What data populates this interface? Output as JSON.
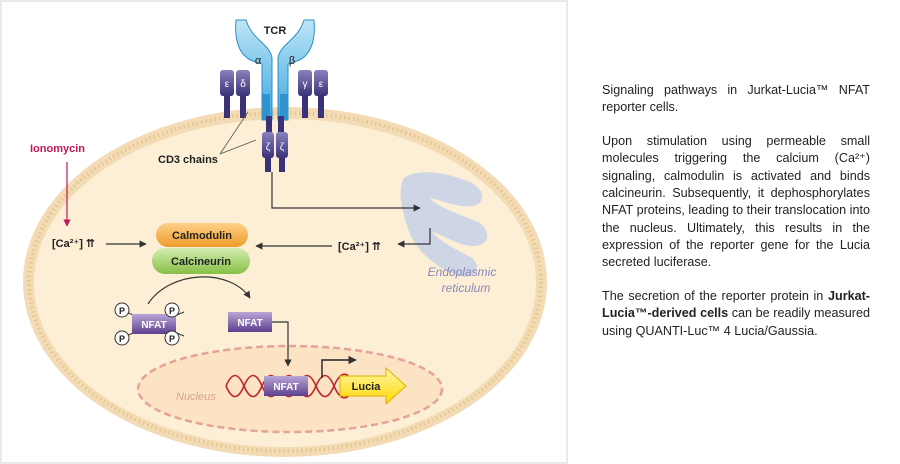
{
  "diagram": {
    "tcr_label": "TCR",
    "alpha_label": "α",
    "beta_label": "β",
    "epsilon_label": "ε",
    "delta_label": "δ",
    "gamma_label": "γ",
    "zeta_label": "ζ",
    "cd3_label": "CD3 chains",
    "ionomycin_label": "Ionomycin",
    "ca_left_label": "[Ca²⁺] ⇈",
    "ca_right_label": "[Ca²⁺] ⇈",
    "calmodulin_label": "Calmodulin",
    "calcineurin_label": "Calcineurin",
    "nfat_label": "NFAT",
    "p_label": "P",
    "er_label_line1": "Endoplasmic",
    "er_label_line2": "reticulum",
    "nucleus_label": "Nucleus",
    "lucia_label": "Lucia",
    "colors": {
      "cell_fill": "#fdebc9",
      "membrane": "#e9cca0",
      "tcr": "#5bb6e6",
      "cd3": "#4a3f86",
      "ionomycin": "#c2185b",
      "calmodulin": "#f0a030",
      "calcineurin": "#8cc04a",
      "nfat": "#6a4a9a",
      "er": "#c9d3e6",
      "nucleus_border": "#e59b92",
      "dna": "#c0282a",
      "lucia": "#ffe23a"
    }
  },
  "caption": {
    "title_line": "Signaling pathways in Jurkat-Lucia™ NFAT reporter cells.",
    "paragraph1": "Upon stimulation using permeable small molecules triggering the calcium (Ca²⁺) signaling, calmodulin is activated and binds calcineurin. Subsequently, it dephosphorylates NFAT proteins, leading to their translocation into the nucleus. Ultimately, this results in the expression of the reporter gene for the Lucia secreted luciferase.",
    "paragraph2_bold": "Jurkat-Lucia™-derived cells",
    "paragraph2_pre": "The secretion of the reporter protein in ",
    "paragraph2_post": " can be readily measured using QUANTI-Luc™ 4 Lucia/Gaussia."
  }
}
